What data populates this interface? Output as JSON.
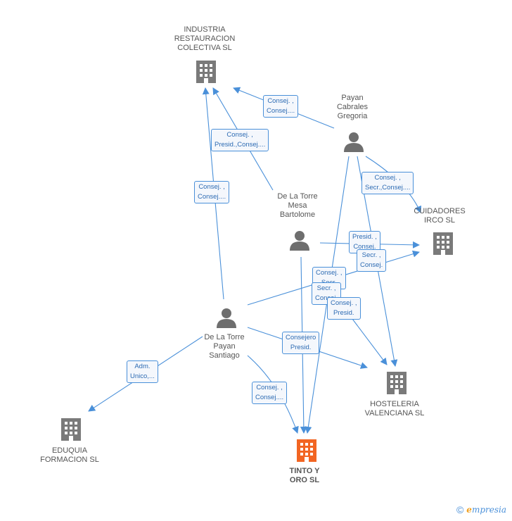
{
  "nodes": {
    "industria": {
      "label": "INDUSTRIA\nRESTAURACION\nCOLECTIVA SL",
      "type": "company"
    },
    "payan_gregoria": {
      "label": "Payan\nCabrales\nGregoria",
      "type": "person"
    },
    "de_la_torre_bartolome": {
      "label": "De La Torre\nMesa\nBartolome",
      "type": "person"
    },
    "cuidadores": {
      "label": "CUIDADORES\nIRCO SL",
      "type": "company"
    },
    "de_la_torre_santiago": {
      "label": "De La Torre\nPayan\nSantiago",
      "type": "person"
    },
    "hosteleria": {
      "label": "HOSTELERIA\nVALENCIANA SL",
      "type": "company"
    },
    "eduquia": {
      "label": "EDUQUIA\nFORMACION SL",
      "type": "company"
    },
    "tinto": {
      "label": "TINTO Y\nORO SL",
      "type": "company-main"
    }
  },
  "badges": {
    "b1": "Consej. ,\nConsej....",
    "b2": "Consej. ,\nPresid.,Consej....",
    "b3": "Consej. ,\nConsej....",
    "b4": "Consej. ,\nSecr.,Consej....",
    "b5": "Presid. ,\nConsej.",
    "b6": "Secr. ,\nConsej.",
    "b7": "Consej. ,\nSecr.",
    "b8": "Secr. ,\nConsej.",
    "b9": "Consej. ,\nPresid.",
    "b10": "Consejero\nPresid.",
    "b11": "Adm.\nUnico,...",
    "b12": "Consej. ,\nConsej...."
  },
  "footer": {
    "copyright": "©",
    "brand_e": "e",
    "brand_rest": "mpresia"
  },
  "colors": {
    "edge": "#4a90d9",
    "company": "#7a7a7a",
    "main_company": "#f26522",
    "person": "#6e6e6e"
  }
}
